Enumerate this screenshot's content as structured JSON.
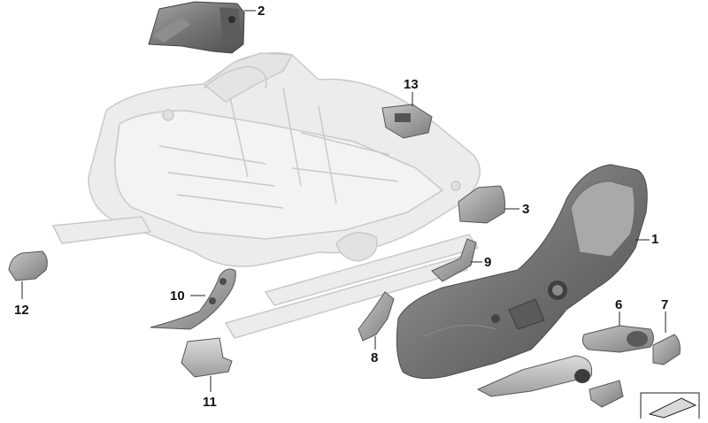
{
  "diagram": {
    "callouts": [
      {
        "id": "1",
        "label": "1"
      },
      {
        "id": "2",
        "label": "2"
      },
      {
        "id": "3",
        "label": "3"
      },
      {
        "id": "6",
        "label": "6"
      },
      {
        "id": "7",
        "label": "7"
      },
      {
        "id": "8",
        "label": "8"
      },
      {
        "id": "9",
        "label": "9"
      },
      {
        "id": "10",
        "label": "10"
      },
      {
        "id": "11",
        "label": "11"
      },
      {
        "id": "12",
        "label": "12"
      },
      {
        "id": "13",
        "label": "13"
      }
    ],
    "colors": {
      "frame_fill": "#ececec",
      "frame_stroke": "#c9c9c9",
      "part_dark": "#6f6f6f",
      "part_mid": "#9a9a9a",
      "part_light": "#c4c4c4",
      "leader": "#222222"
    }
  }
}
